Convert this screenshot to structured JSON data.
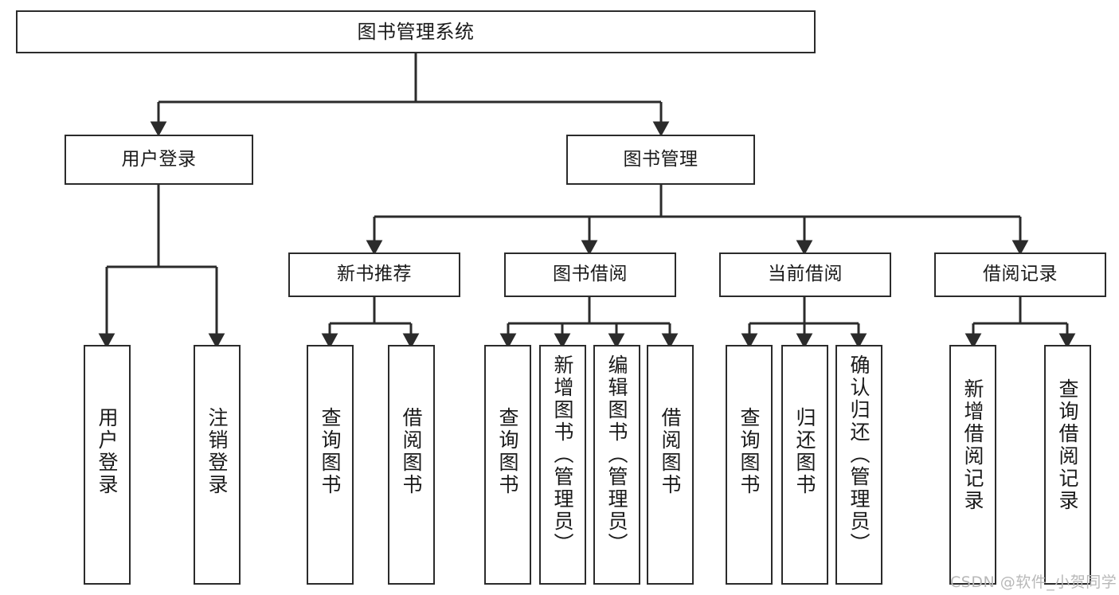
{
  "diagram": {
    "title": "图书管理系统",
    "type": "tree",
    "colors": {
      "border": "#2b2b2b",
      "fill": "#ffffff",
      "text": "#1a1a1a",
      "edge": "#2b2b2b",
      "watermark": "#b8b8b8"
    },
    "nodes": {
      "root": {
        "label": "图书管理系统"
      },
      "level2": [
        {
          "id": "user-login",
          "label": "用户登录"
        },
        {
          "id": "book-manage",
          "label": "图书管理"
        }
      ],
      "level3": [
        {
          "id": "new-book-recommend",
          "label": "新书推荐"
        },
        {
          "id": "book-borrow",
          "label": "图书借阅"
        },
        {
          "id": "current-borrow",
          "label": "当前借阅"
        },
        {
          "id": "borrow-record",
          "label": "借阅记录"
        }
      ],
      "leaves": {
        "user_login": [
          {
            "id": "leaf-user-login",
            "label": "用户登录"
          },
          {
            "id": "leaf-logout",
            "label": "注销登录"
          }
        ],
        "new_book_recommend": [
          {
            "id": "leaf-query-book-1",
            "label": "查询图书"
          },
          {
            "id": "leaf-borrow-book-1",
            "label": "借阅图书"
          }
        ],
        "book_borrow": [
          {
            "id": "leaf-query-book-2",
            "label": "查询图书"
          },
          {
            "id": "leaf-add-book",
            "label": "新增图书（管理员）"
          },
          {
            "id": "leaf-edit-book",
            "label": "编辑图书（管理员）"
          },
          {
            "id": "leaf-borrow-book-2",
            "label": "借阅图书"
          }
        ],
        "current_borrow": [
          {
            "id": "leaf-query-book-3",
            "label": "查询图书"
          },
          {
            "id": "leaf-return-book",
            "label": "归还图书"
          },
          {
            "id": "leaf-confirm-return",
            "label": "确认归还（管理员）"
          }
        ],
        "borrow_record": [
          {
            "id": "leaf-add-record",
            "label": "新增借阅记录"
          },
          {
            "id": "leaf-query-record",
            "label": "查询借阅记录"
          }
        ]
      }
    }
  },
  "watermark": {
    "text": "CSDN @软件_小贺同学"
  }
}
